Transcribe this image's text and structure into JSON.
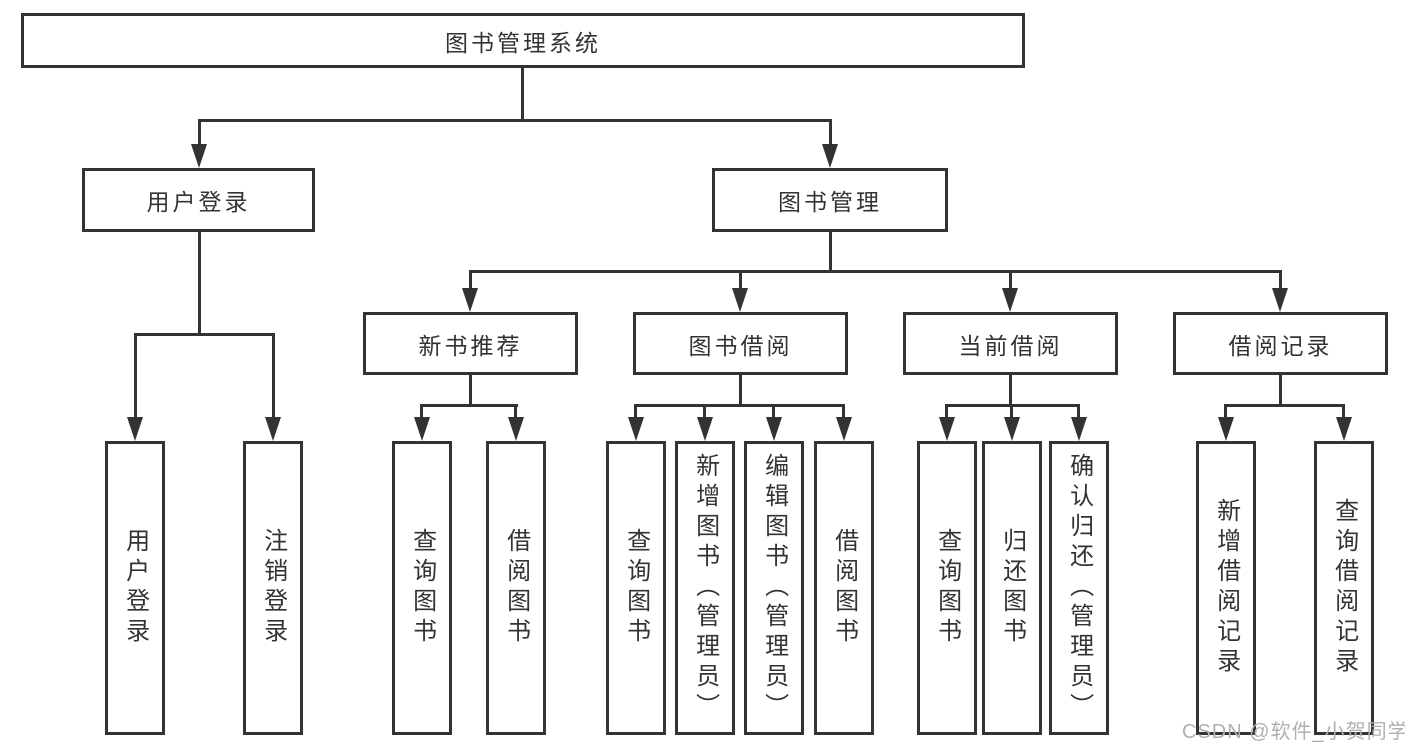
{
  "tree": {
    "root": "图书管理系统",
    "branches": [
      {
        "label": "用户登录",
        "children": [
          "用户登录",
          "注销登录"
        ]
      },
      {
        "label": "图书管理",
        "children": [
          {
            "label": "新书推荐",
            "children": [
              "查询图书",
              "借阅图书"
            ]
          },
          {
            "label": "图书借阅",
            "children": [
              "查询图书",
              "新增图书（管理员）",
              "编辑图书（管理员）",
              "借阅图书"
            ]
          },
          {
            "label": "当前借阅",
            "children": [
              "查询图书",
              "归还图书",
              "确认归还（管理员）"
            ]
          },
          {
            "label": "借阅记录",
            "children": [
              "新增借阅记录",
              "查询借阅记录"
            ]
          }
        ]
      }
    ]
  },
  "watermark": "CSDN @软件_小贺同学",
  "colors": {
    "line": "#333333",
    "text": "#333333",
    "box_background": "#ffffff",
    "page_background": "#ffffff",
    "watermark": "#b0b0b0"
  }
}
